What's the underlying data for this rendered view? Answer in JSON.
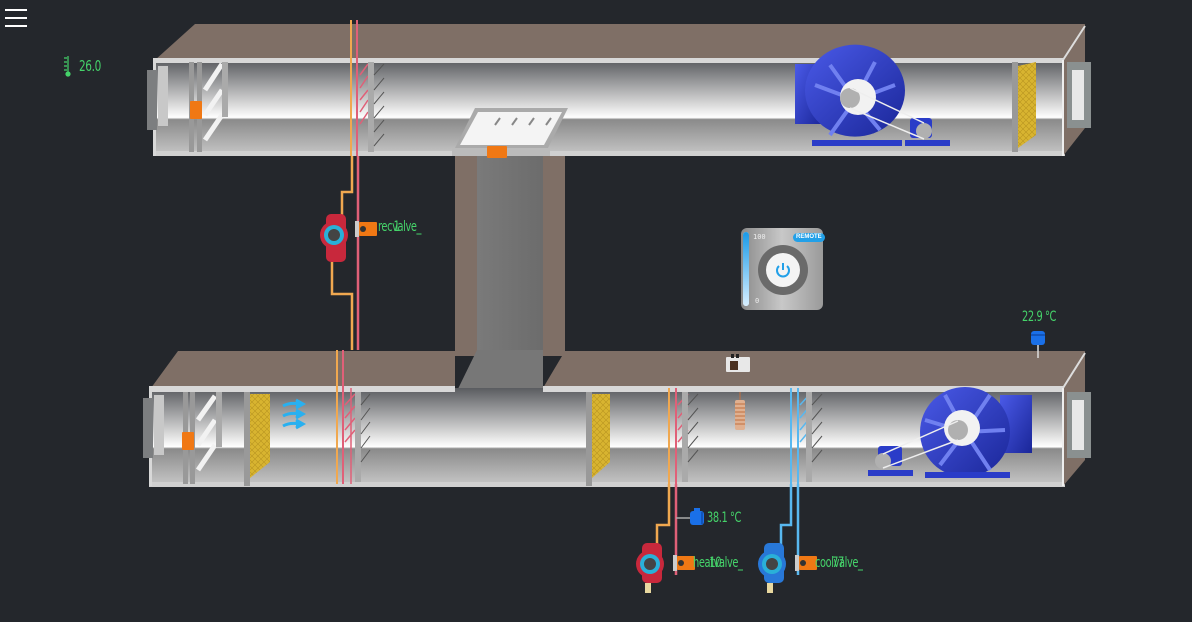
{
  "app": {
    "menu_icon": "hamburger-menu-icon"
  },
  "readouts": {
    "outdoor_temp": {
      "icon": "thermometer-icon",
      "value": "26.0"
    },
    "supply_temp": {
      "value": "22.9 °C"
    },
    "heating_water_temp": {
      "value": "38.1 °C"
    }
  },
  "valves": {
    "recovery": {
      "label": "recvalve_",
      "prefix": "rec",
      "value": "1",
      "suffix": "valve_"
    },
    "heating": {
      "label": "heatvalve_",
      "prefix": "hea",
      "value": "10",
      "suffix": "valve_"
    },
    "cooling": {
      "label": "coolvalve_",
      "prefix": "coo",
      "value": "77",
      "suffix": "valve_"
    }
  },
  "remote_panel": {
    "badge": "REMOTE",
    "scale_max": "100",
    "scale_min": "0",
    "level_percent": 100,
    "power_icon": "power-icon"
  },
  "colors": {
    "background": "#24272c",
    "duct_top": "#7f6f66",
    "text_green": "#45d36a",
    "actuator_orange": "#f07814",
    "hot_pipe": "#f0a850",
    "return_pipe": "#e06078",
    "cold_pipe": "#58b8f0",
    "fan_blue": "#2a3cc8",
    "filter_yellow": "#d8b830",
    "pump_red": "#c8283c",
    "pump_blue": "#2878d8"
  }
}
